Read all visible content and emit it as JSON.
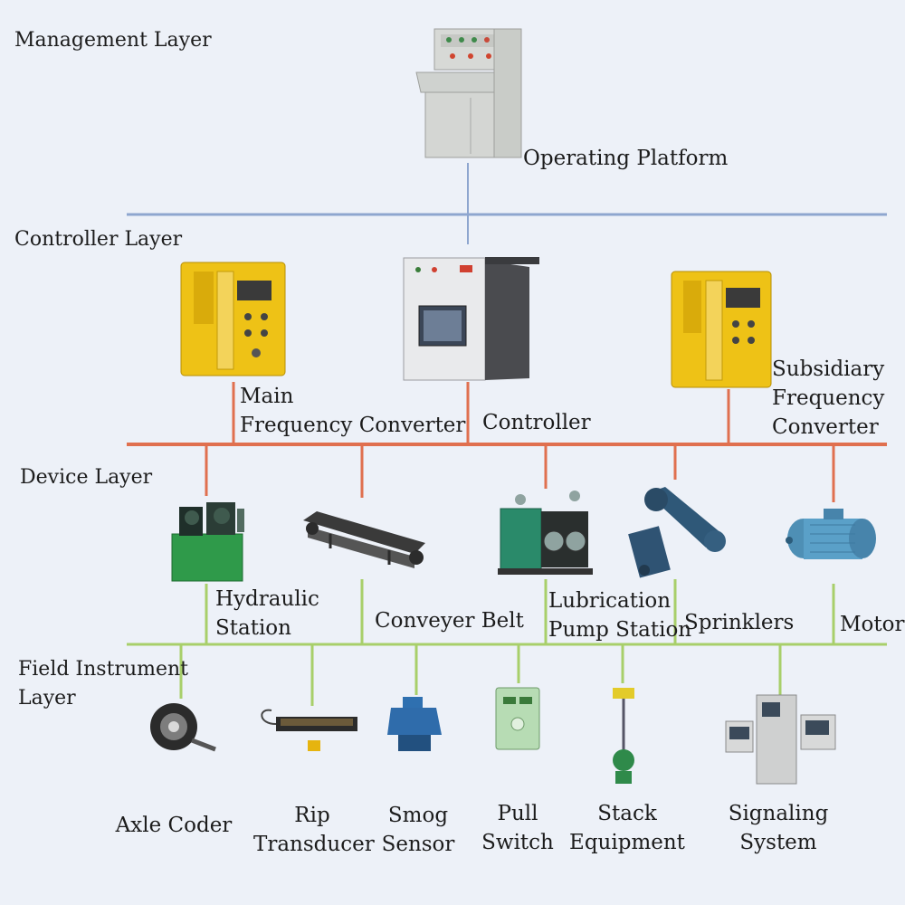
{
  "colors": {
    "background": "#edf1f8",
    "management_bus": "#8ea6cf",
    "controller_bus": "#e0704f",
    "device_bus": "#a8cf6a"
  },
  "layers": {
    "management": "Management Layer",
    "controller": "Controller Layer",
    "device": "Device Layer",
    "field": "Field Instrument\nLayer"
  },
  "management": {
    "operating_platform": "Operating Platform"
  },
  "controller": {
    "main_converter": "Main\nFrequency Converter",
    "controller": "Controller",
    "subsidiary_converter": "Subsidiary\nFrequency\nConverter"
  },
  "device": {
    "hydraulic_station": "Hydraulic\nStation",
    "conveyer_belt": "Conveyer Belt",
    "lubrication_pump_station": "Lubrication\nPump Station",
    "sprinklers": "Sprinklers",
    "motor": "Motor"
  },
  "field": {
    "axle_coder": "Axle Coder",
    "rip_transducer": "Rip\nTransducer",
    "smog_sensor": "Smog\nSensor",
    "pull_switch": "Pull\nSwitch",
    "stack_equipment": "Stack\nEquipment",
    "signaling_system": "Signaling\nSystem"
  }
}
